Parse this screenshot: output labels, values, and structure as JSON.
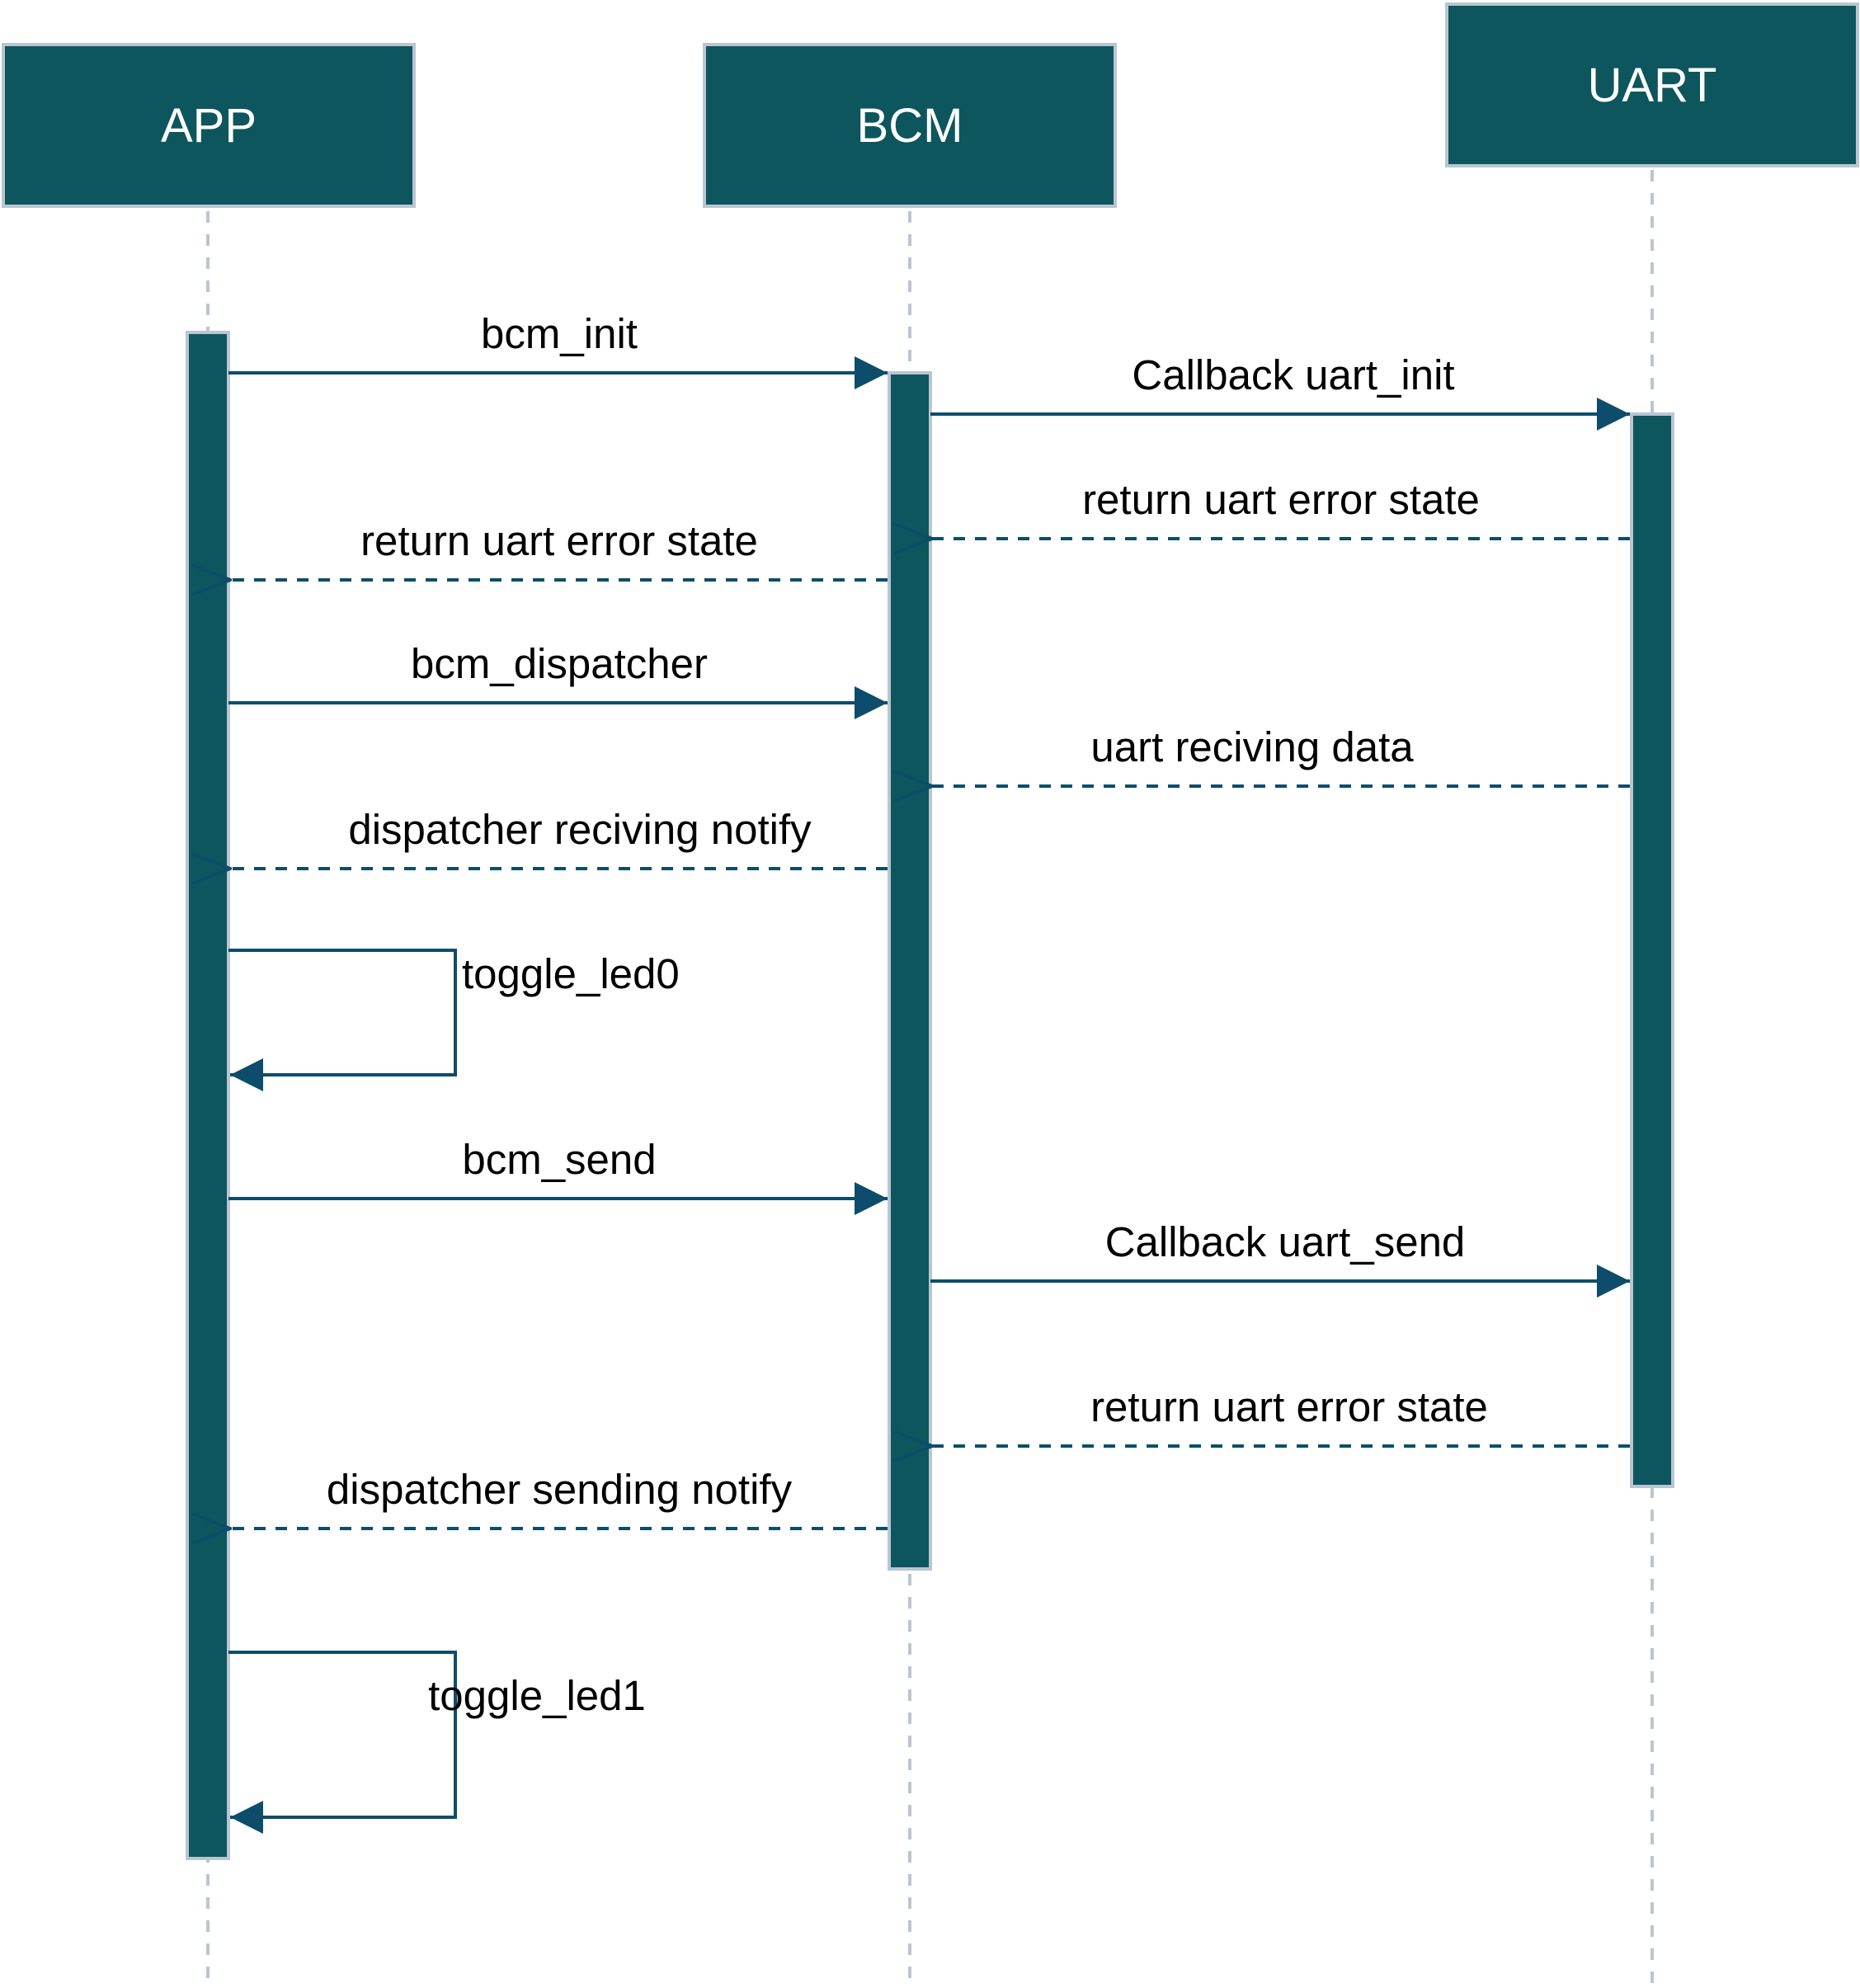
{
  "colors": {
    "participant_fill": "#0e565e",
    "participant_border": "#b9c6d2",
    "activation_fill": "#0e565e",
    "message_line": "#0d4d6b",
    "lifeline_dash": "#b9c6d2",
    "label_text": "#000000"
  },
  "participants": [
    {
      "id": "app",
      "label": "APP"
    },
    {
      "id": "bcm",
      "label": "BCM"
    },
    {
      "id": "uart",
      "label": "UART"
    }
  ],
  "messages": [
    {
      "id": "m1",
      "from": "app",
      "to": "bcm",
      "style": "sync",
      "label": "bcm_init"
    },
    {
      "id": "m2",
      "from": "bcm",
      "to": "uart",
      "style": "sync",
      "label": "Callback uart_init"
    },
    {
      "id": "m3",
      "from": "uart",
      "to": "bcm",
      "style": "return",
      "label": "return uart error state"
    },
    {
      "id": "m4",
      "from": "bcm",
      "to": "app",
      "style": "return",
      "label": "return uart error state"
    },
    {
      "id": "m5",
      "from": "app",
      "to": "bcm",
      "style": "sync",
      "label": "bcm_dispatcher"
    },
    {
      "id": "m6",
      "from": "uart",
      "to": "bcm",
      "style": "return",
      "label": "uart reciving data"
    },
    {
      "id": "m7",
      "from": "bcm",
      "to": "app",
      "style": "return",
      "label": "dispatcher reciving notify"
    },
    {
      "id": "m8",
      "from": "app",
      "to": "app",
      "style": "self",
      "label": "toggle_led0"
    },
    {
      "id": "m9",
      "from": "app",
      "to": "bcm",
      "style": "sync",
      "label": "bcm_send"
    },
    {
      "id": "m10",
      "from": "bcm",
      "to": "uart",
      "style": "sync",
      "label": "Callback uart_send"
    },
    {
      "id": "m11",
      "from": "uart",
      "to": "bcm",
      "style": "return",
      "label": "return uart error state"
    },
    {
      "id": "m12",
      "from": "bcm",
      "to": "app",
      "style": "return",
      "label": "dispatcher sending notify"
    },
    {
      "id": "m13",
      "from": "app",
      "to": "app",
      "style": "self",
      "label": "toggle_led1"
    }
  ]
}
